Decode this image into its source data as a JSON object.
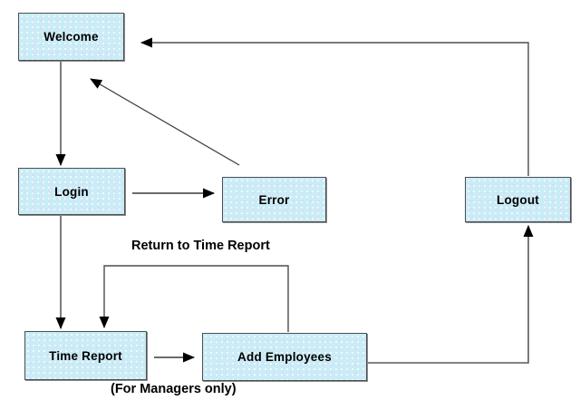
{
  "diagram": {
    "title": "Application page flow diagram",
    "nodes": {
      "welcome": {
        "label": "Welcome"
      },
      "login": {
        "label": "Login"
      },
      "error": {
        "label": "Error"
      },
      "logout": {
        "label": "Logout"
      },
      "time_report": {
        "label": "Time Report"
      },
      "add_employees": {
        "label": "Add Employees"
      }
    },
    "annotations": {
      "return_to_time_report": "Return to Time Report",
      "for_managers_only": "(For Managers only)"
    },
    "edges": [
      {
        "from": "welcome",
        "to": "login"
      },
      {
        "from": "login",
        "to": "error"
      },
      {
        "from": "error",
        "to": "welcome"
      },
      {
        "from": "login",
        "to": "time_report"
      },
      {
        "from": "add_employees",
        "to": "time_report",
        "label": "Return to Time Report"
      },
      {
        "from": "time_report",
        "to": "add_employees"
      },
      {
        "from": "add_employees",
        "to": "logout"
      },
      {
        "from": "logout",
        "to": "welcome"
      }
    ],
    "colors": {
      "node_fill": "#c9ecf7",
      "node_border": "#4f4f4f",
      "arrow_line": "#4d4d4d",
      "arrow_head": "#000000",
      "text": "#000000",
      "background": "#ffffff"
    }
  }
}
